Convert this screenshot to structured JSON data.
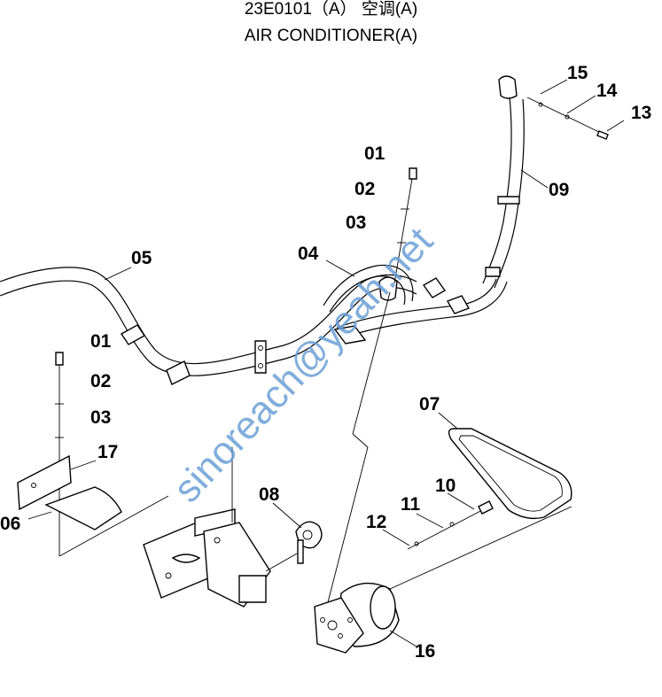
{
  "header": {
    "code_line": "23E0101（A）   空调(A)",
    "name_line": "AIR CONDITIONER(A)"
  },
  "callouts": {
    "c01_top": "01",
    "c02_top": "02",
    "c03_top": "03",
    "c04": "04",
    "c05": "05",
    "c01_left": "01",
    "c02_left": "02",
    "c03_left": "03",
    "c17": "17",
    "c06": "06",
    "c08": "08",
    "c07": "07",
    "c10": "10",
    "c11": "11",
    "c12": "12",
    "c16": "16",
    "c09": "09",
    "c15": "15",
    "c14": "14",
    "c13": "13"
  },
  "watermark": "sinoreach@yeah.net"
}
